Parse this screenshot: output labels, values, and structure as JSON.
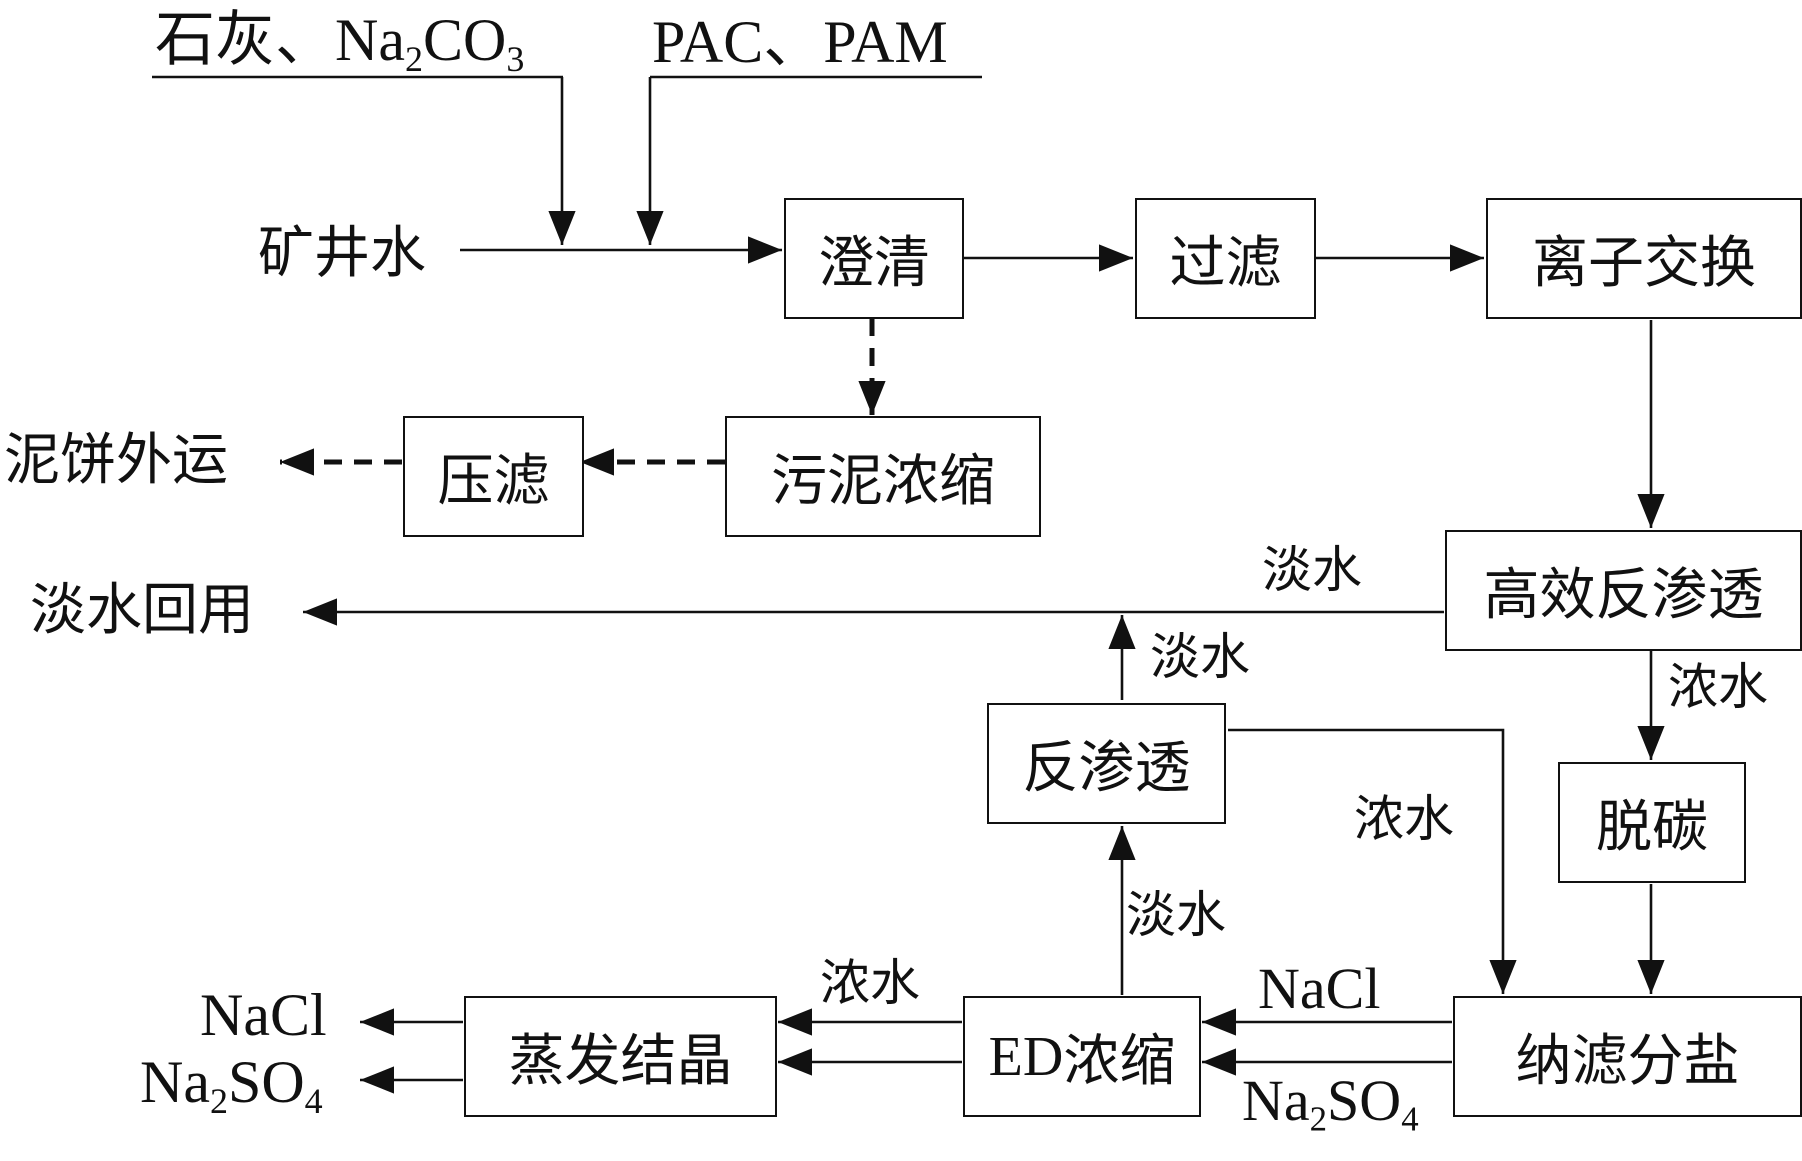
{
  "inputs": {
    "reagent1_prefix": "石灰、Na",
    "reagent1_sub1": "2",
    "reagent1_mid": "CO",
    "reagent1_sub2": "3",
    "reagent2": "PAC、PAM",
    "source": "矿井水"
  },
  "nodes": {
    "clarify": "澄清",
    "filter": "过滤",
    "ion_exchange": "离子交换",
    "sludge_thicken": "污泥浓缩",
    "press_filter": "压滤",
    "hero": "高效反渗透",
    "decarb": "脱碳",
    "ro": "反渗透",
    "nf": "纳滤分盐",
    "ed_prefix": "ED",
    "ed_suffix": "浓缩",
    "evap": "蒸发结晶"
  },
  "outputs": {
    "cake": "泥饼外运",
    "reuse": "淡水回用",
    "nacl": "NaCl",
    "na2so4_a": "Na",
    "na2so4_sub1": "2",
    "na2so4_b": "SO",
    "na2so4_sub2": "4"
  },
  "edge_labels": {
    "fresh": "淡水",
    "conc": "浓水",
    "nacl": "NaCl"
  }
}
